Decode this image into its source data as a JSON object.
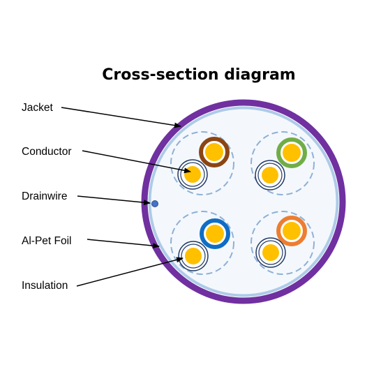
{
  "diagram": {
    "title": "Cross-section diagram",
    "labels": {
      "jacket": "Jacket",
      "conductor": "Conductor",
      "drainwire": "Drainwire",
      "foil": "Al-Pet Foil",
      "insulation": "Insulation"
    },
    "colors": {
      "jacket": "#7030a0",
      "inner_shield": "#aecbe8",
      "core_fill": "#f4f8fc",
      "foil_dash": "#8fb0d6",
      "conductor": "#ffc000",
      "drainwire": "#4472c4",
      "pair_brown": "#8b4513",
      "pair_green": "#70ad47",
      "pair_blue": "#0f6dc5",
      "pair_orange": "#ed7d31",
      "white_wire_ring": "#1f3864"
    },
    "pairs": [
      {
        "name": "brown",
        "color_key": "pair_brown"
      },
      {
        "name": "green",
        "color_key": "pair_green"
      },
      {
        "name": "blue",
        "color_key": "pair_blue"
      },
      {
        "name": "orange",
        "color_key": "pair_orange"
      }
    ]
  }
}
